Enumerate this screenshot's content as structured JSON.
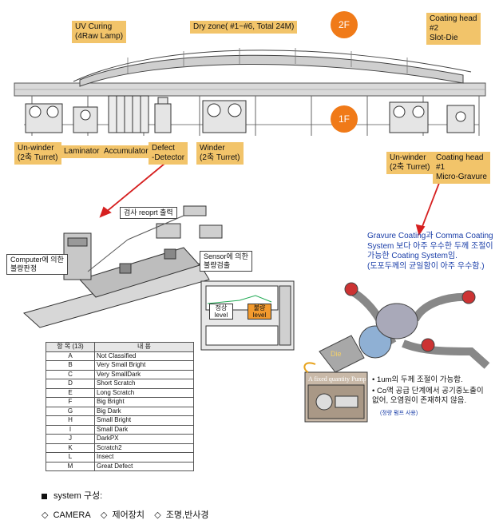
{
  "top_labels": {
    "uv_curing": "UV Curing\n(4Raw Lamp)",
    "dry_zone": "Dry zone( #1~#6, Total 24M)",
    "coating_head_2": "Coating head\n#2\nSlot-Die",
    "floor_2": "2F",
    "floor_1": "1F",
    "unwinder_left": "Un-winder\n(2축 Turret)",
    "laminator": "Laminator",
    "accumulator": "Accumulator",
    "defect_detector": "Defect\n-Detector",
    "winder": "Winder\n(2축 Turret)",
    "unwinder_right": "Un-winder\n(2축 Turret)",
    "coating_head_1": "Coating head\n#1\nMicro-Gravure"
  },
  "inspection": {
    "report_label": "검사 reoprt 출력",
    "computer_label": "Computer에 의한\n불량판정",
    "sensor_label": "Sensor에 의한\n불량검출",
    "level_normal": "정상\nlevel",
    "level_defect": "불량\nlevel"
  },
  "defect_table": {
    "header_item": "항 목 (13)",
    "header_content": "내    용",
    "rows": [
      {
        "code": "A",
        "desc": "Not Classified"
      },
      {
        "code": "B",
        "desc": "Very Small Bright"
      },
      {
        "code": "C",
        "desc": "Very SmallDark"
      },
      {
        "code": "D",
        "desc": "Short Scratch"
      },
      {
        "code": "E",
        "desc": "Long Scratch"
      },
      {
        "code": "F",
        "desc": "Big Bright"
      },
      {
        "code": "G",
        "desc": "Big Dark"
      },
      {
        "code": "H",
        "desc": "Small Bright"
      },
      {
        "code": "I",
        "desc": "Small Dark"
      },
      {
        "code": "J",
        "desc": "DarkPX"
      },
      {
        "code": "K",
        "desc": "Scratch2"
      },
      {
        "code": "L",
        "desc": "Insect"
      },
      {
        "code": "M",
        "desc": "Great Defect"
      }
    ]
  },
  "coating": {
    "description": "Gravure Coating과 Comma Coating\nSystem 보다 아주 우수한 두께 조절이\n가능한 Coating System임.\n(도포두께의 균일함이 아주 우수함.)",
    "die_label": "Die",
    "pump_label": "A fixed quantity Pump",
    "bullet_1": "• 1um의 두께 조절이 가능함.",
    "bullet_2": "• Co액 공급 단계에서 공기중노출이\n  없어, 오염원이 존재하지 않음.",
    "pump_note": "(정량 펌프 사용)"
  },
  "system": {
    "heading": "system 구성:",
    "items": [
      "CAMERA",
      "제어장치",
      "조명,반사경"
    ]
  }
}
